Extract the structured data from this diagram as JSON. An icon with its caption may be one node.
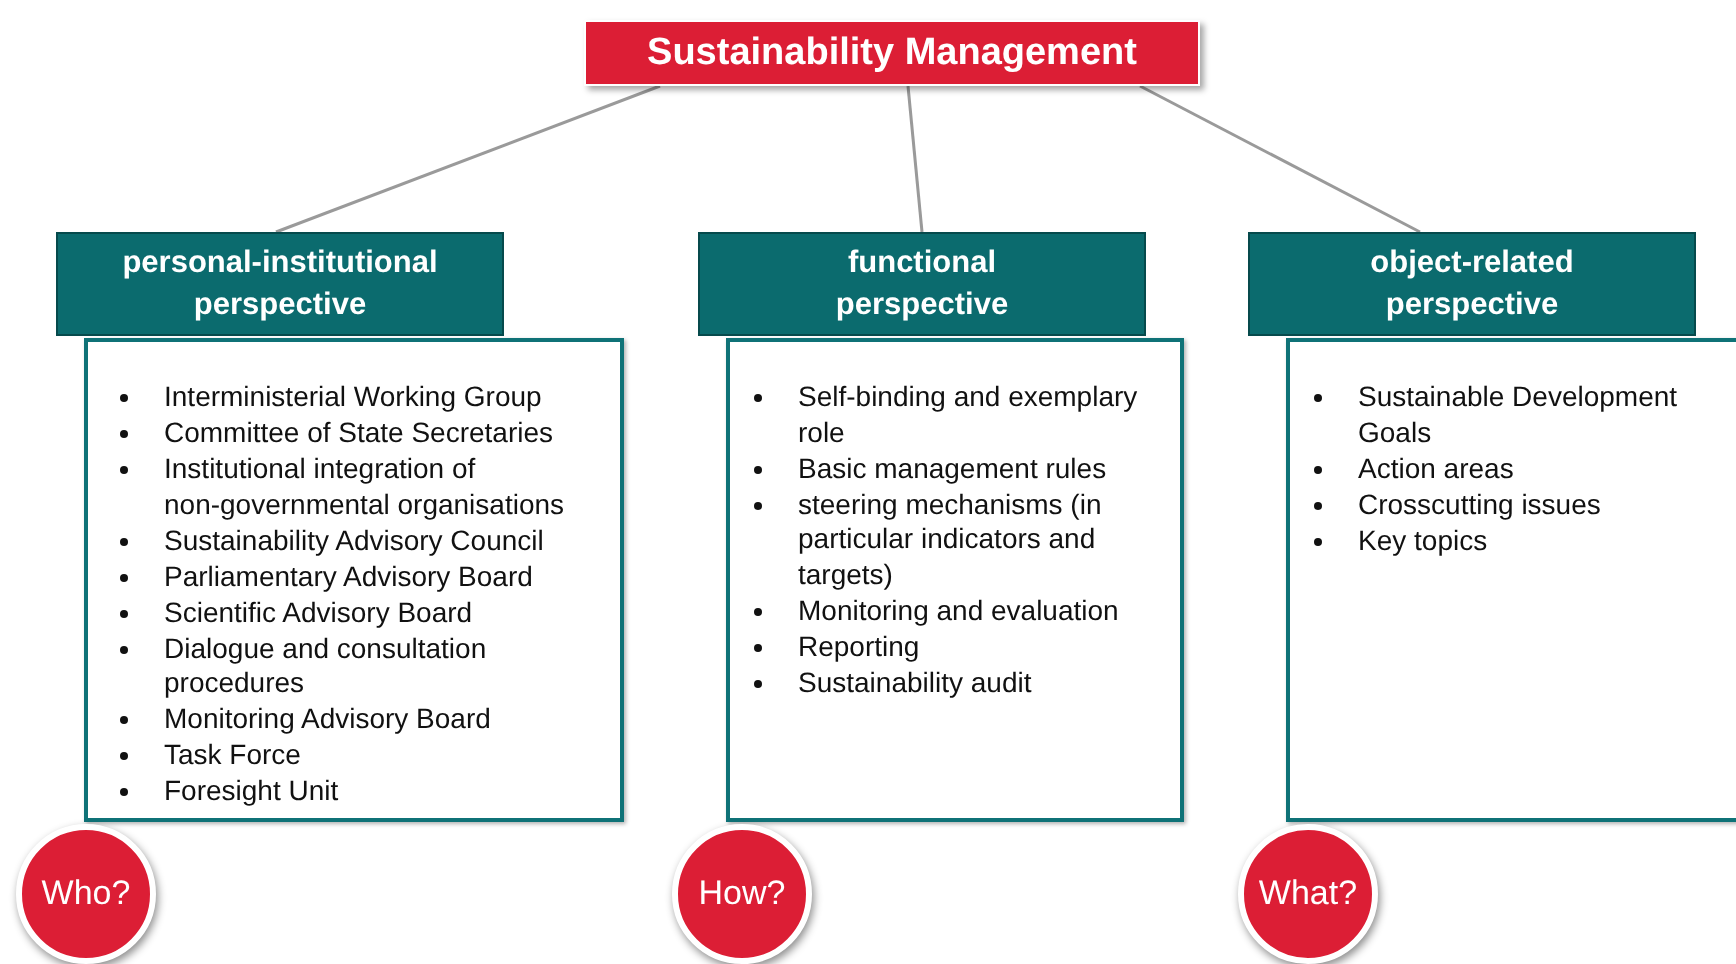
{
  "diagram": {
    "nodes": [
      {
        "text": [
          "Sustainability Management"
        ]
      },
      {
        "text": [
          "personal-institutional perspective"
        ]
      },
      {
        "text": [
          "Interministerial Working Group",
          "Committee of State Secretaries",
          "Institutional integration of non-governmental organisations",
          "Sustainability Advisory Council",
          "Parliamentary Advisory Board",
          "Scientific Advisory Board",
          "Dialogue and consultation procedures",
          "Monitoring Advisory Board",
          "Task Force",
          "Foresight Unit"
        ]
      },
      {
        "text": [
          "Who?"
        ]
      },
      {
        "text": [
          "functional perspective"
        ]
      },
      {
        "text": [
          "Self-binding and exemplary role",
          "Basic management rules",
          "steering mechanisms (in particular indicators and targets)",
          "Monitoring and evaluation",
          "Reporting",
          "Sustainability audit"
        ]
      },
      {
        "text": [
          "How?"
        ]
      },
      {
        "text": [
          "object-related perspective"
        ]
      },
      {
        "text": [
          "Sustainable Development Goals",
          "Action areas",
          "Crosscutting issues",
          "Key topics"
        ]
      },
      {
        "text": [
          "What?"
        ]
      }
    ],
    "edges": [
      {
        "from": 0,
        "to": 1,
        "arrow": "none"
      },
      {
        "from": 0,
        "to": 4,
        "arrow": "none"
      },
      {
        "from": 0,
        "to": 7,
        "arrow": "none"
      }
    ]
  }
}
